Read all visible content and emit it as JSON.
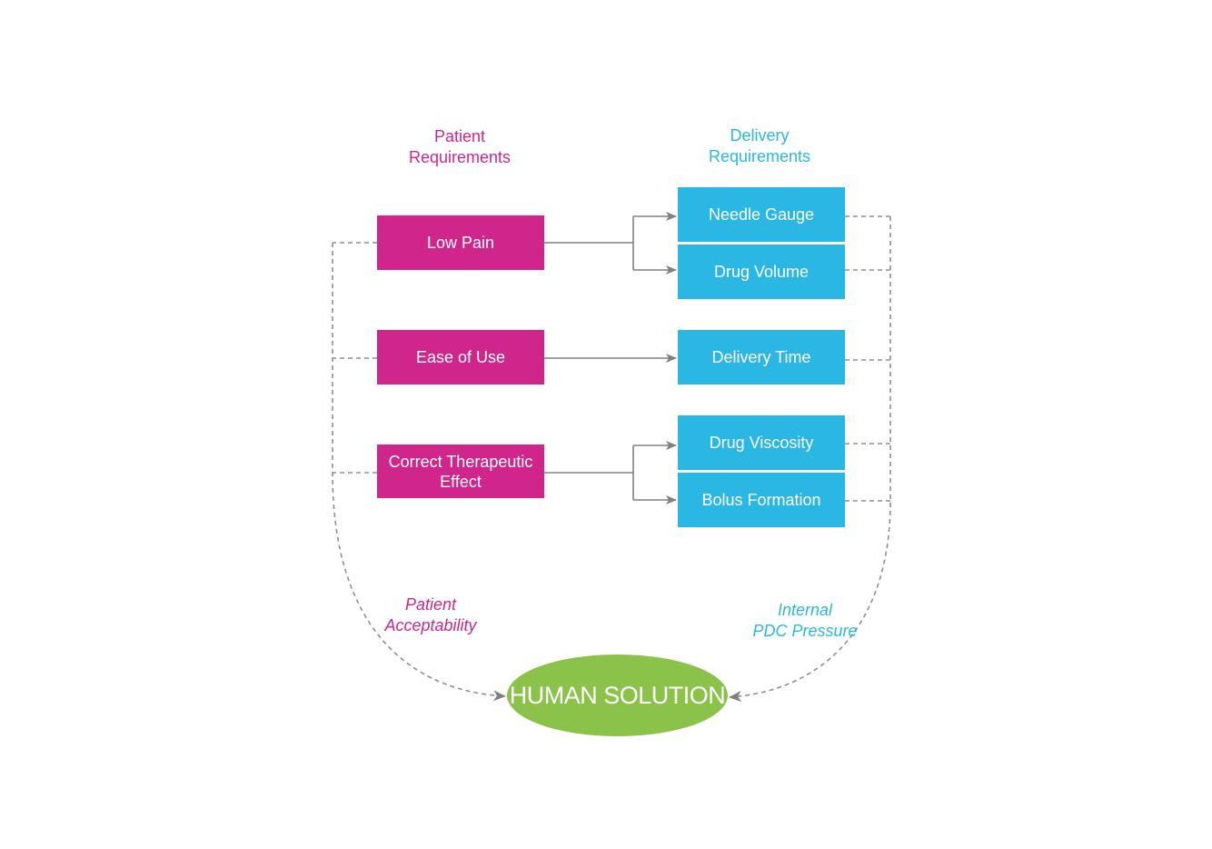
{
  "diagram": {
    "headers": {
      "patient": "Patient\nRequirements",
      "delivery": "Delivery\nRequirements"
    },
    "patient_requirements": [
      {
        "id": "low-pain",
        "label": "Low Pain"
      },
      {
        "id": "ease-of-use",
        "label": "Ease of Use"
      },
      {
        "id": "correct-therapeutic-effect",
        "label": "Correct Therapeutic Effect"
      }
    ],
    "delivery_requirements": [
      {
        "id": "needle-gauge",
        "label": "Needle Gauge"
      },
      {
        "id": "drug-volume",
        "label": "Drug Volume"
      },
      {
        "id": "delivery-time",
        "label": "Delivery Time"
      },
      {
        "id": "drug-viscosity",
        "label": "Drug Viscosity"
      },
      {
        "id": "bolus-formation",
        "label": "Bolus Formation"
      }
    ],
    "links": [
      {
        "from": "low-pain",
        "to": [
          "needle-gauge",
          "drug-volume"
        ]
      },
      {
        "from": "ease-of-use",
        "to": [
          "delivery-time"
        ]
      },
      {
        "from": "correct-therapeutic-effect",
        "to": [
          "drug-viscosity",
          "bolus-formation"
        ]
      }
    ],
    "side_labels": {
      "patient": "Patient\nAcceptability",
      "delivery": "Internal\nPDC Pressure"
    },
    "solution": "HUMAN SOLUTION",
    "colors": {
      "patient": "#d0268b",
      "delivery": "#2bb7e4",
      "solution": "#8bc34a",
      "connector": "#808080"
    }
  }
}
